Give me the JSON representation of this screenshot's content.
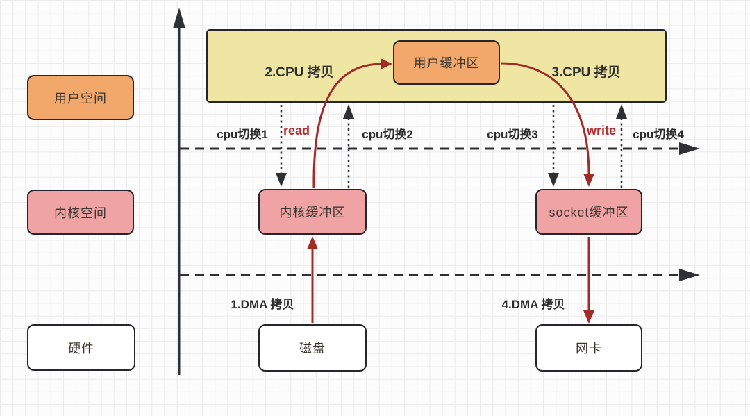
{
  "diagram": {
    "layer_boxes": [
      {
        "id": "user-space",
        "label": "用户空间"
      },
      {
        "id": "kernel-space",
        "label": "内核空间"
      },
      {
        "id": "hardware",
        "label": "硬件"
      }
    ],
    "cpu_copy_band": {
      "copy2_label": "2.CPU 拷贝",
      "user_buffer_label": "用户缓冲区",
      "copy3_label": "3.CPU 拷贝"
    },
    "buffers": {
      "kernel_buffer": "内核缓冲区",
      "socket_buffer": "socket缓冲区"
    },
    "hardware_nodes": {
      "disk": "磁盘",
      "nic": "网卡"
    },
    "context_switches": [
      "cpu切换1",
      "cpu切换2",
      "cpu切换3",
      "cpu切换4"
    ],
    "syscalls": {
      "read": "read",
      "write": "write"
    },
    "dma_copies": {
      "copy1": "1.DMA 拷贝",
      "copy4": "4.DMA 拷贝"
    },
    "colors": {
      "band_fill": "#F0E6A3",
      "orange_fill": "#F2A76B",
      "pink_fill": "#F0A3A4",
      "white_fill": "#FFFFFF",
      "border_ink": "#24262B",
      "arrow_red": "#A02C28",
      "syscall_red": "#B3282A",
      "text_ink": "#2C2C2C",
      "grid_line": "#EBEBEB",
      "background": "#FCFCFC"
    }
  }
}
